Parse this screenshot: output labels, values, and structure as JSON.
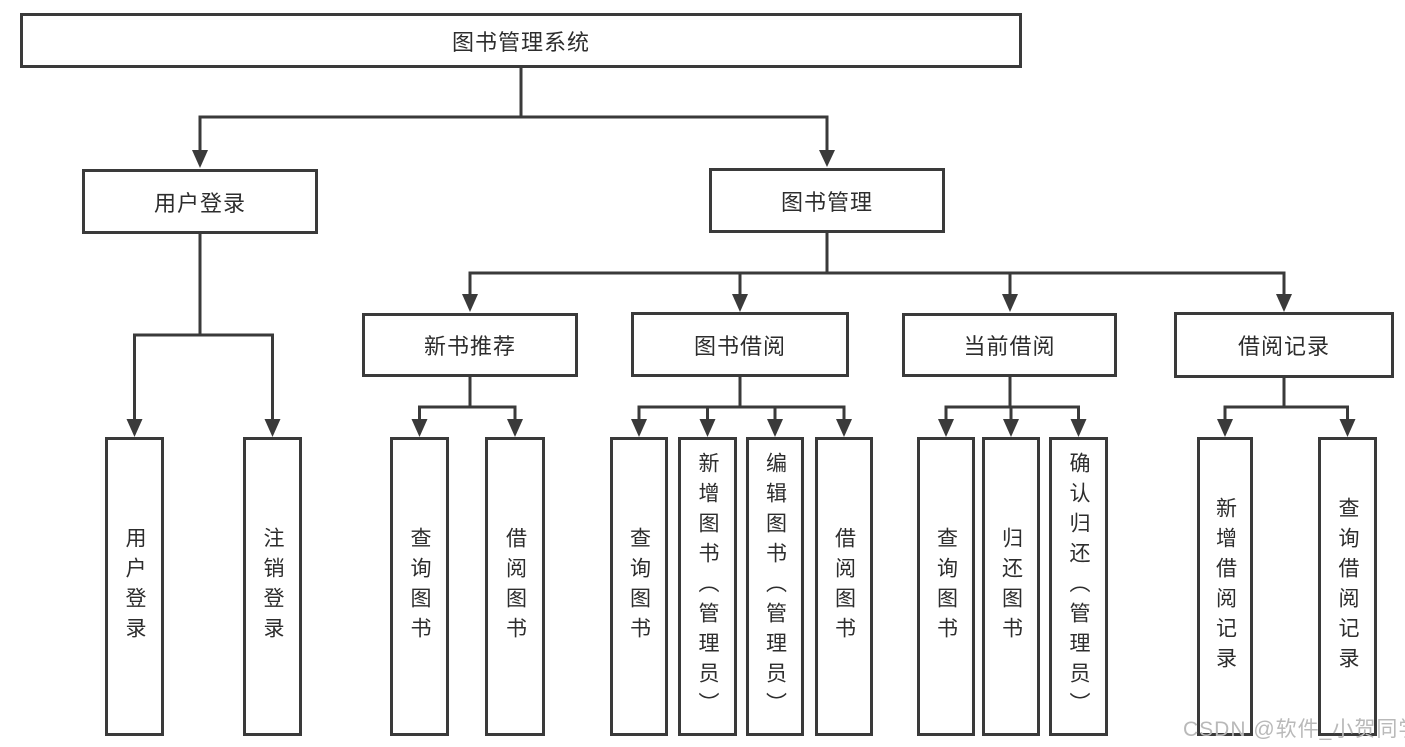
{
  "diagram": {
    "title": "图书管理系统",
    "root": {
      "label": "图书管理系统"
    },
    "branches": [
      {
        "label": "用户登录",
        "leaves": [
          "用户登录",
          "注销登录"
        ]
      },
      {
        "label": "图书管理",
        "children": [
          {
            "label": "新书推荐",
            "leaves": [
              "查询图书",
              "借阅图书"
            ]
          },
          {
            "label": "图书借阅",
            "leaves": [
              "查询图书",
              "新增图书（管理员）",
              "编辑图书（管理员）",
              "借阅图书"
            ]
          },
          {
            "label": "当前借阅",
            "leaves": [
              "查询图书",
              "归还图书",
              "确认归还（管理员）"
            ]
          },
          {
            "label": "借阅记录",
            "leaves": [
              "新增借阅记录",
              "查询借阅记录"
            ]
          }
        ]
      }
    ]
  },
  "watermark": {
    "text": "CSDN @软件_小贺同学",
    "color": "#b9b9b9"
  },
  "colors": {
    "line": "#3a3a3a",
    "box_border": "#3a3a3a",
    "text": "#2d2d2d",
    "box_background": "#ffffff",
    "page_background": "#ffffff"
  }
}
